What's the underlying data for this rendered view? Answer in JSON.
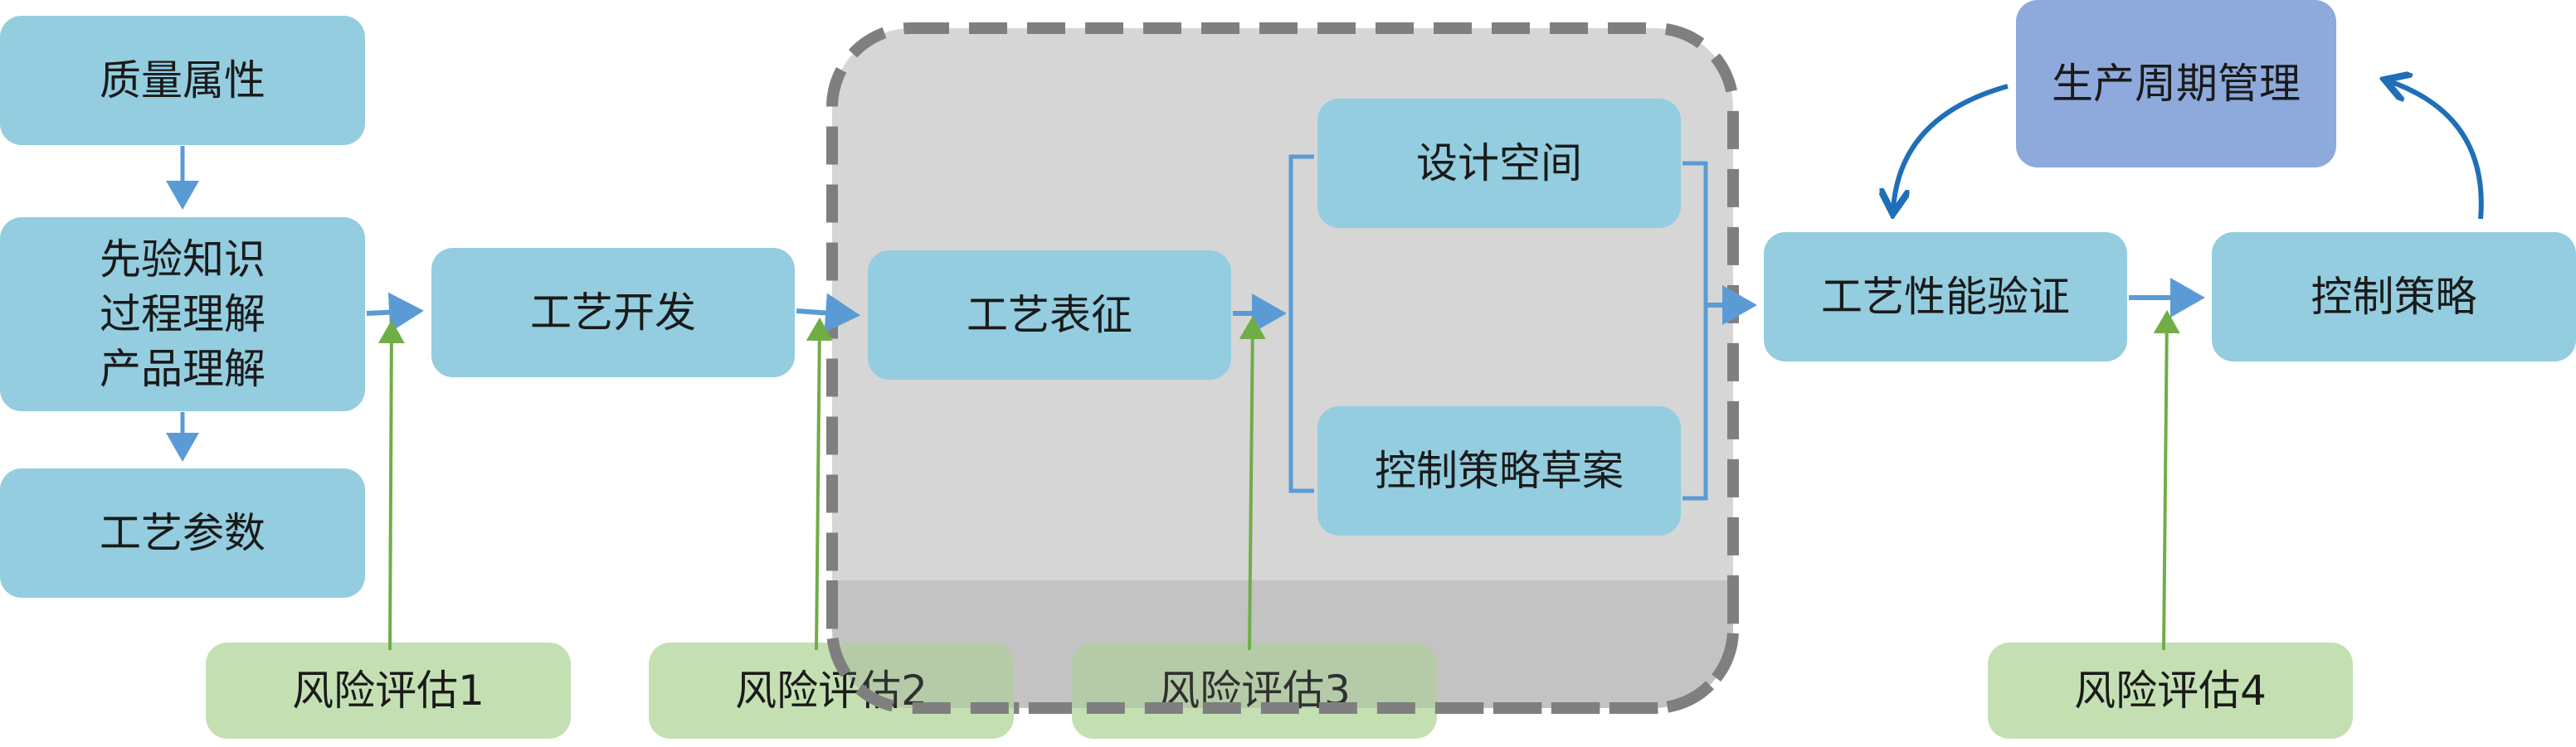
{
  "nodes": {
    "quality_attributes": "质量属性",
    "prior_knowledge": [
      "先验知识",
      "过程理解",
      "产品理解"
    ],
    "process_parameters": "工艺参数",
    "process_development": "工艺开发",
    "process_characterization": "工艺表征",
    "design_space": "设计空间",
    "control_strategy_draft": "控制策略草案",
    "process_performance_verification": "工艺性能验证",
    "control_strategy": "控制策略",
    "lifecycle_management": "生产周期管理"
  },
  "risk_assessments": [
    "风险评估1",
    "风险评估2",
    "风险评估3",
    "风险评估4"
  ],
  "colors": {
    "node_fill": "#93cddf",
    "risk_fill": "#c4e0b3",
    "lifecycle_fill": "#8eaadc",
    "group_fill": "#d6d6d6",
    "group_border": "#7f7f7f",
    "arrow": "#5b9bd5",
    "risk_arrow": "#70ad47",
    "cycle_arrow": "#1f6fb8"
  }
}
